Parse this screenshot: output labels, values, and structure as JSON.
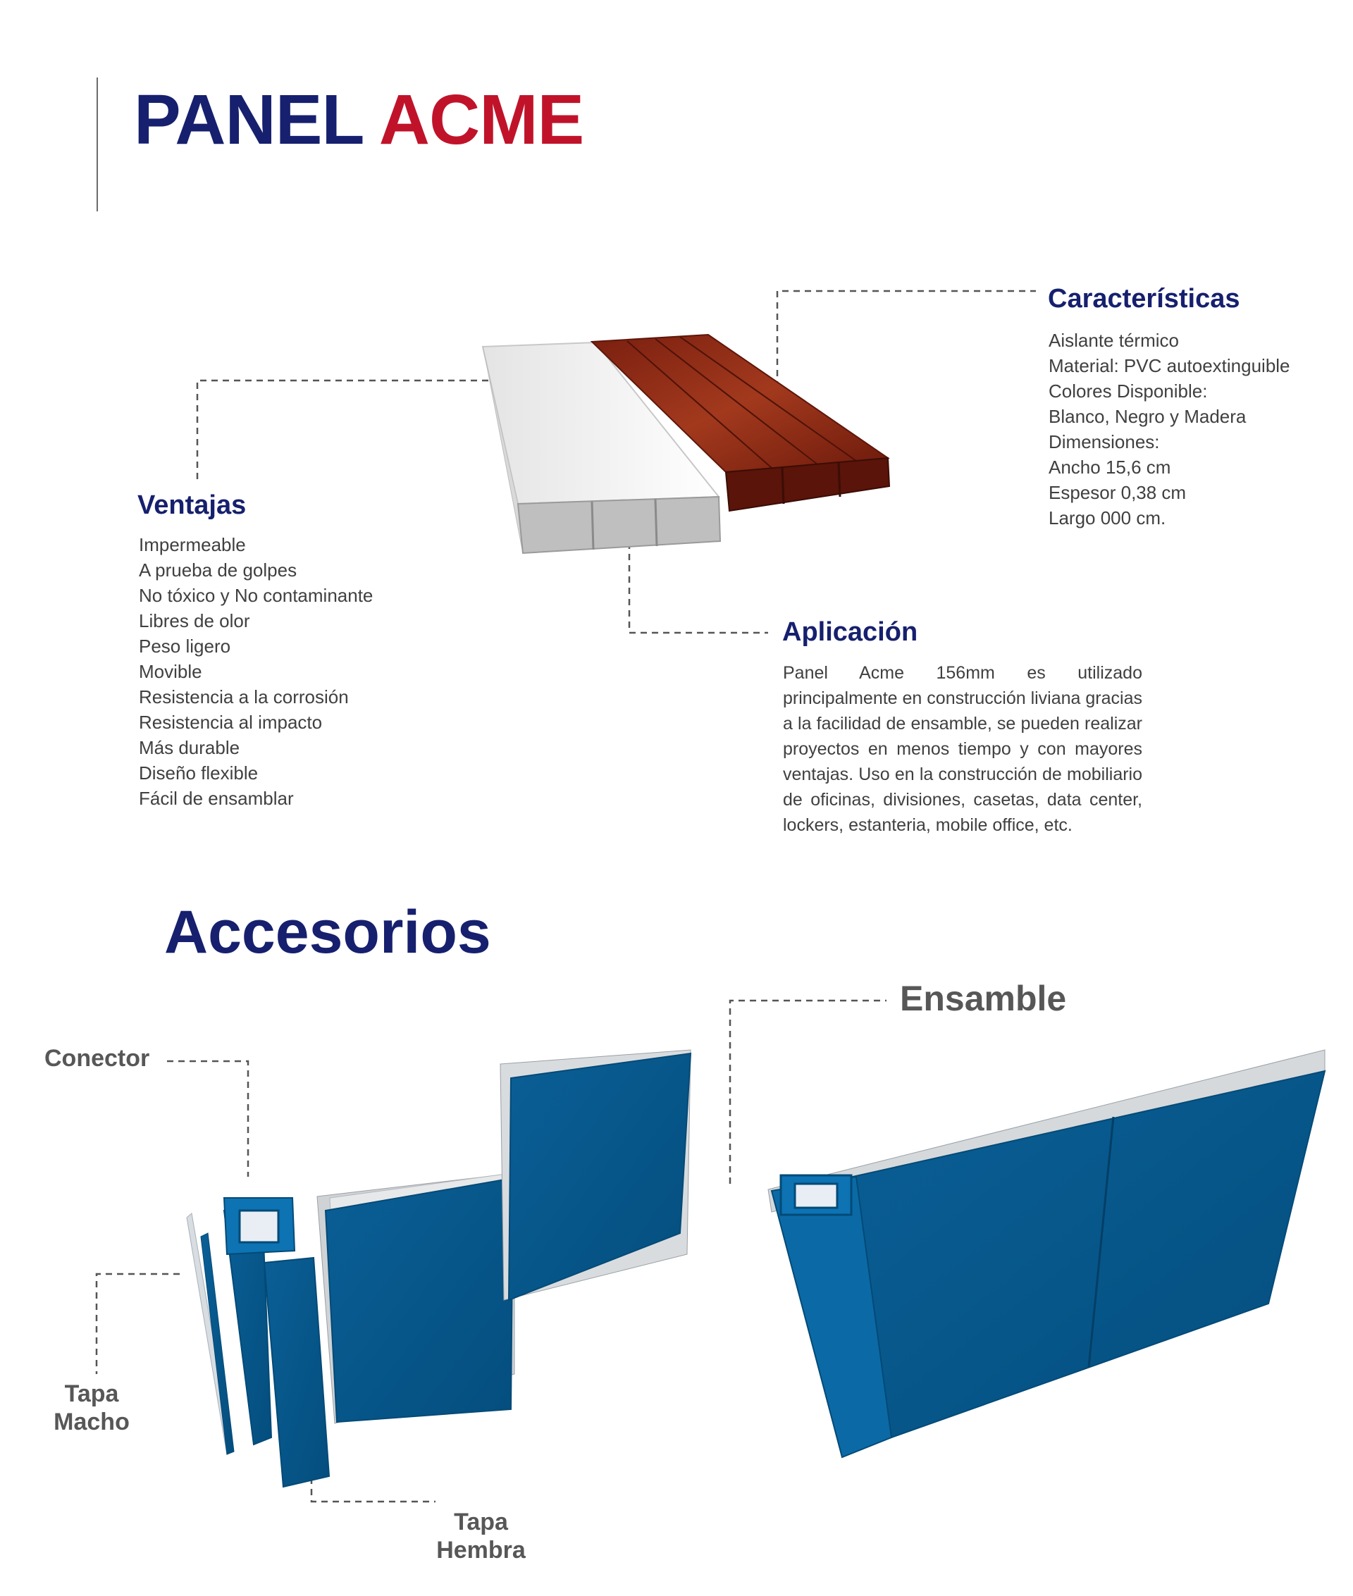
{
  "header": {
    "title_part1": "PANEL",
    "title_part2": "ACME"
  },
  "caracteristicas": {
    "heading": "Características",
    "items": [
      "Aislante térmico",
      "Material: PVC autoextinguible",
      "Colores Disponible:",
      "Blanco, Negro y Madera",
      "Dimensiones:",
      "Ancho 15,6 cm",
      "Espesor 0,38 cm",
      "Largo 000 cm."
    ]
  },
  "ventajas": {
    "heading": "Ventajas",
    "items": [
      "Impermeable",
      "A prueba de golpes",
      "No tóxico y No contaminante",
      "Libres de olor",
      "Peso ligero",
      "Movible",
      "Resistencia a la corrosión",
      "Resistencia al impacto",
      "Más durable",
      "Diseño flexible",
      "Fácil de ensamblar"
    ]
  },
  "aplicacion": {
    "heading": "Aplicación",
    "text": "Panel Acme 156mm es utilizado principalmente en construcción liviana gracias a la facilidad de ensamble, se pueden realizar proyectos en menos tiempo y con mayores ventajas.  Uso en la construcción de mobiliario de oficinas, divisiones, casetas, data center, lockers, estanteria, mobile office, etc."
  },
  "accesorios": {
    "heading": "Accesorios",
    "labels": {
      "conector": "Conector",
      "tapa_macho_1": "Tapa",
      "tapa_macho_2": "Macho",
      "tapa_hembra_1": "Tapa",
      "tapa_hembra_2": "Hembra",
      "ensamble": "Ensamble"
    }
  },
  "colors": {
    "navy": "#16206e",
    "red": "#c0132a",
    "panel_blue": "#05619a",
    "wood": "#8b2a14",
    "text_gray": "#404040"
  }
}
